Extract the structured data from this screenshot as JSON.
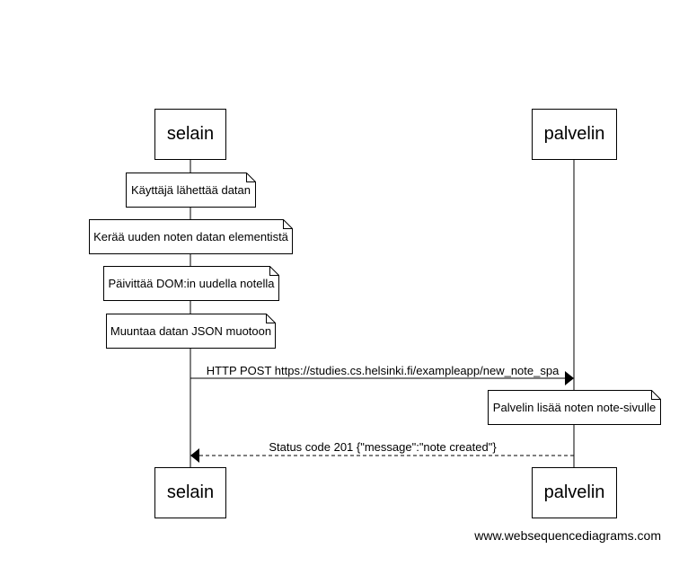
{
  "participants": [
    "selain",
    "palvelin"
  ],
  "notes": [
    "Käyttäjä lähettää datan",
    "Kerää uuden noten datan elementistä",
    "Päivittää DOM:in uudella notella",
    "Muuntaa datan JSON muotoon",
    "Palvelin lisää noten note-sivulle"
  ],
  "messages": [
    {
      "from": "selain",
      "to": "palvelin",
      "label": "HTTP POST https://studies.cs.helsinki.fi/exampleapp/new_note_spa",
      "style": "solid"
    },
    {
      "from": "palvelin",
      "to": "selain",
      "label": "Status code 201 {\"message\":\"note created\"}",
      "style": "dashed"
    }
  ],
  "footer": "www.websequencediagrams.com"
}
